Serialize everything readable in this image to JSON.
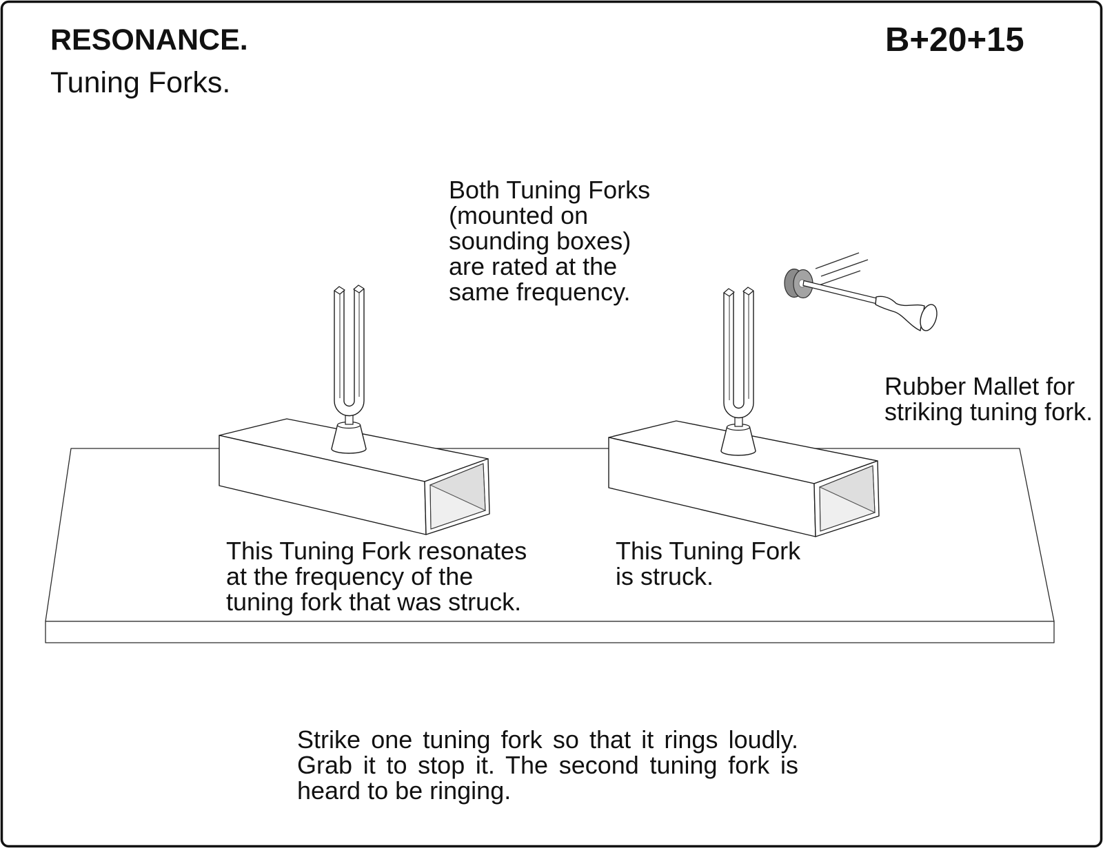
{
  "header": {
    "title": "RESONANCE.",
    "subtitle": "Tuning Forks.",
    "catalog_code": "B+20+15"
  },
  "labels": {
    "both_forks": {
      "lines": [
        "Both Tuning Forks",
        "(mounted on",
        "sounding boxes)",
        "are rated at the",
        "same frequency."
      ]
    },
    "rubber_mallet": {
      "lines": [
        "Rubber Mallet for",
        "striking tuning fork."
      ]
    },
    "resonating_fork": {
      "lines": [
        "This Tuning Fork resonates",
        "at the frequency of the",
        "tuning fork that was struck."
      ]
    },
    "struck_fork": {
      "lines": [
        "This Tuning Fork",
        "is struck."
      ]
    },
    "instructions": {
      "lines": [
        "Strike one tuning fork so that it rings loudly.",
        "Grab it to stop it. The second tuning fork is",
        "heard to be ringing."
      ]
    }
  },
  "diagram": {
    "icons": [
      "tuning-fork-icon",
      "sounding-box-icon",
      "rubber-mallet-icon",
      "table-icon",
      "motion-lines-icon"
    ],
    "colors": {
      "ink": "#1c1c1c",
      "paper": "#ffffff",
      "mallet_head_back": "#8b8b8b",
      "mallet_head_front": "#a3a3a3",
      "box_interior_wall": "#dedede",
      "box_interior_floor": "#efefef",
      "border": "#111111"
    }
  }
}
